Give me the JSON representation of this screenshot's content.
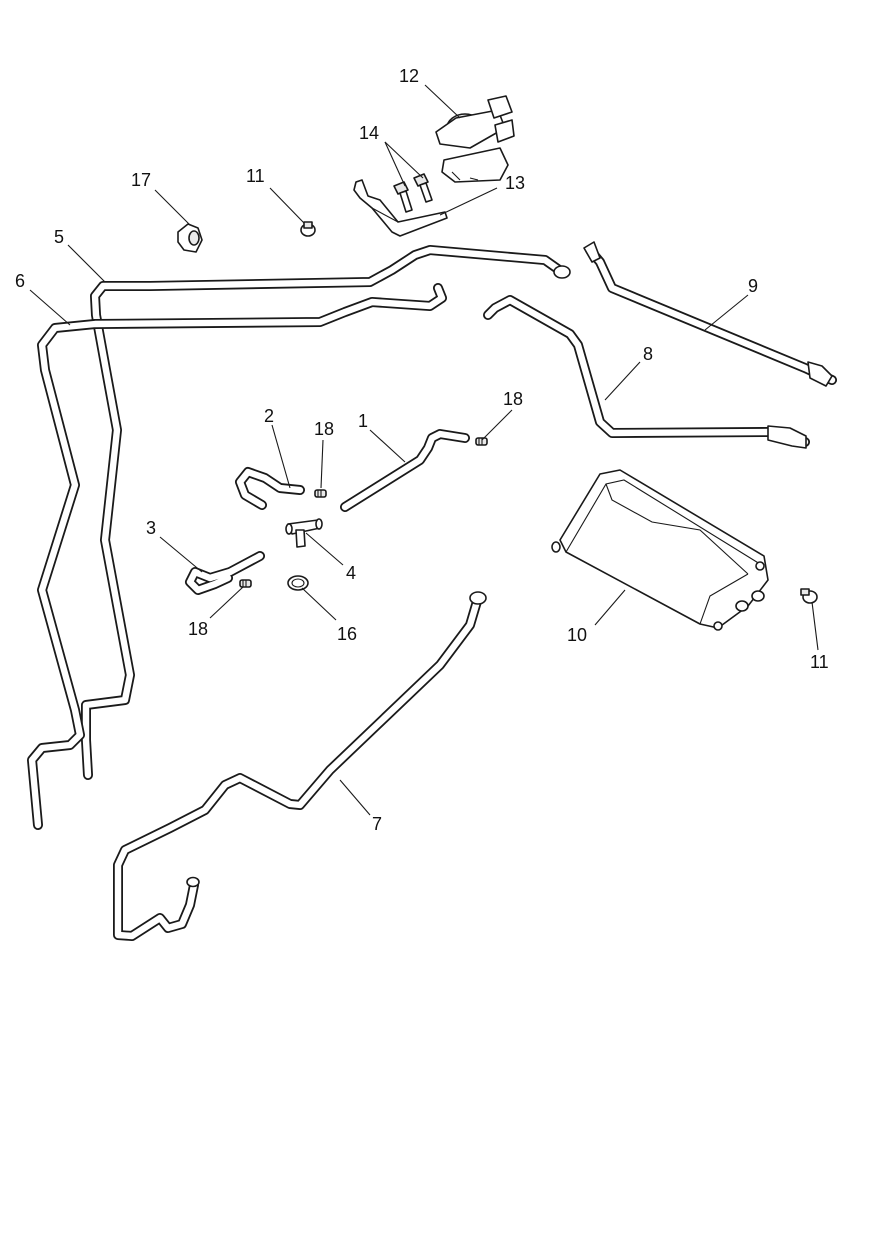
{
  "callouts": {
    "c1": "1",
    "c2": "2",
    "c3": "3",
    "c4": "4",
    "c5": "5",
    "c6": "6",
    "c7": "7",
    "c8": "8",
    "c9": "9",
    "c10": "10",
    "c11a": "11",
    "c11b": "11",
    "c12": "12",
    "c13": "13",
    "c14": "14",
    "c16": "16",
    "c17": "17",
    "c18a": "18",
    "c18b": "18",
    "c18c": "18"
  }
}
